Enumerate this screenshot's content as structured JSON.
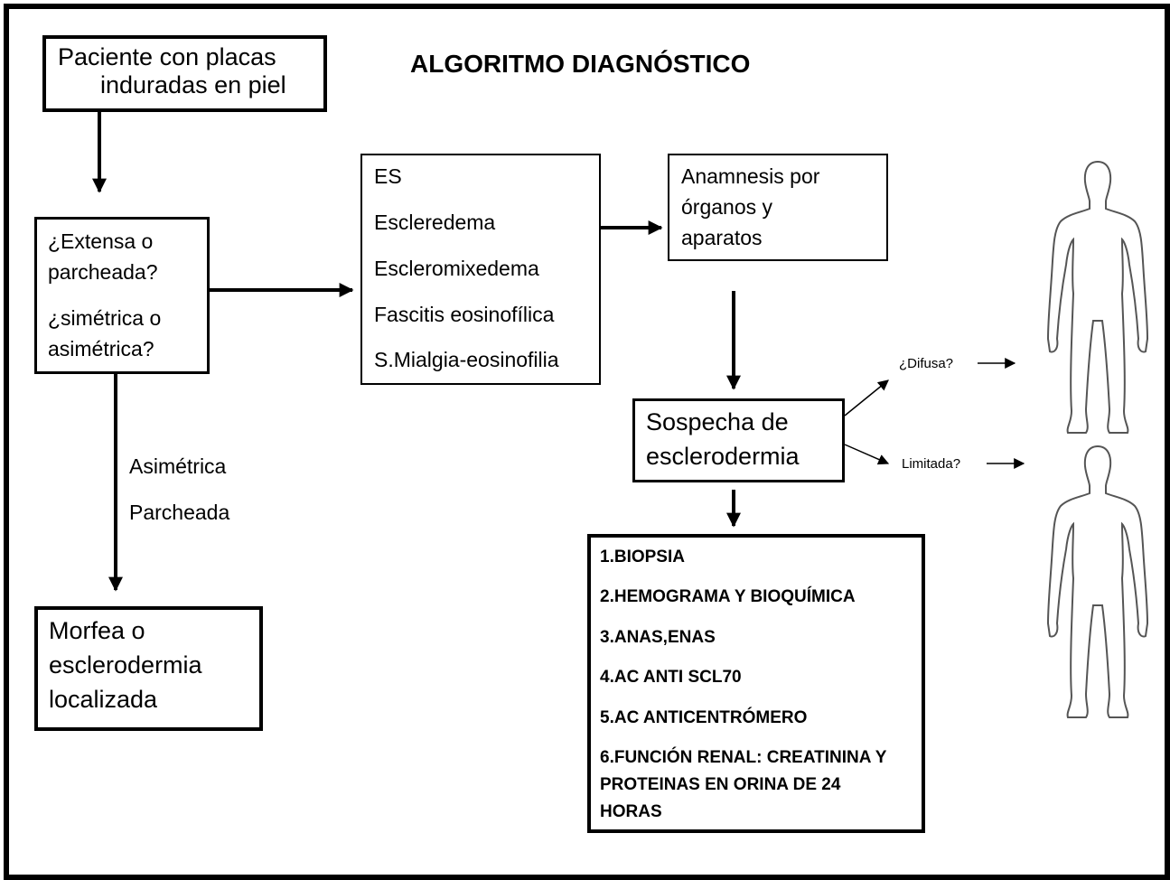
{
  "title": "ALGORITMO DIAGNÓSTICO",
  "start_box": {
    "line1": "Paciente con placas",
    "line2": "induradas en piel"
  },
  "question_box": {
    "line1": "¿Extensa o",
    "line2": "parcheada?",
    "line3": "¿simétrica o",
    "line4": "asimétrica?"
  },
  "differential_box": {
    "items": [
      "ES",
      "Escleredema",
      "Escleromixedema",
      "Fascitis eosinofílica",
      "S.Mialgia-eosinofilia"
    ]
  },
  "anamnesis_box": {
    "line1": "Anamnesis por",
    "line2": "órganos y",
    "line3": "aparatos"
  },
  "suspicion_box": {
    "line1": "Sospecha de",
    "line2": "esclerodermia"
  },
  "branch_labels": {
    "asym": "Asimétrica",
    "patch": "Parcheada"
  },
  "morphea_box": {
    "line1": "Morfea o",
    "line2": "esclerodermia",
    "line3": "localizada"
  },
  "tests_box": {
    "items": [
      "1.BIOPSIA",
      "2.HEMOGRAMA Y BIOQUÍMICA",
      "3.ANAS,ENAS",
      "4.AC ANTI SCL70",
      "5.AC ANTICENTRÓMERO"
    ],
    "item6_line1": "6.FUNCIÓN RENAL: CREATININA Y",
    "item6_line2": "PROTEINAS EN ORINA DE 24",
    "item6_line3": "HORAS"
  },
  "side_labels": {
    "diffuse": "¿Difusa?",
    "limited": "Limitada?"
  },
  "figures": [
    "human-silhouette-icon",
    "human-silhouette-icon"
  ]
}
